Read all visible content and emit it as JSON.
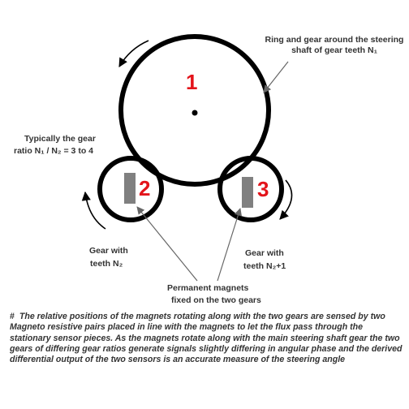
{
  "labels": {
    "ring_gear": "Ring and gear around the steering shaft  of gear teeth N₁",
    "gear_ratio_line1": "Typically the gear",
    "gear_ratio_line2": "ratio   N₁ / N₂ = 3 to 4",
    "gear_left_line1": "Gear  with",
    "gear_left_line2": "teeth  N₂",
    "gear_right_line1": "Gear  with",
    "gear_right_line2": "teeth  N₂+1",
    "magnets_line1": "Permanent magnets",
    "magnets_line2": "fixed on  the two gears"
  },
  "numbers": {
    "main": "1",
    "left": "2",
    "right": "3"
  },
  "note": {
    "marker": "#",
    "text": "The relative positions of the magnets rotating along with the two gears  are sensed   by two  Magneto resistive pairs placed  in line with the magnets  to let the flux  pass through the  stationary  sensor pieces. As the magnets rotate along with the main steering shaft gear the two gears of  differing gear ratios generate  signals  slightly differing in angular phase  and  the  derived differential output of   the two sensors   is an  accurate measure of the steering angle"
  },
  "colors": {
    "number": "#e3141b",
    "magnet": "#808080",
    "line": "#000000",
    "text": "#333333"
  }
}
